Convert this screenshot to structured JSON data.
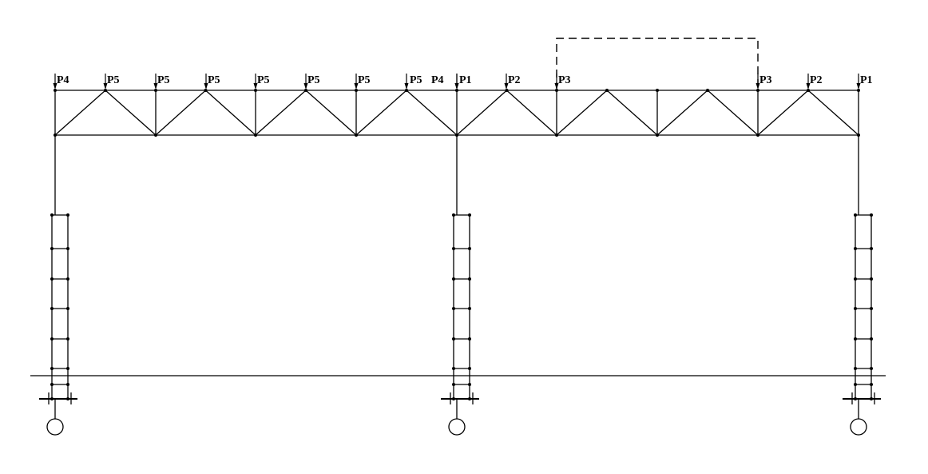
{
  "colors": {
    "stroke": "#000000",
    "background": "#ffffff"
  },
  "loads": {
    "l1": "P4",
    "l2": "P5",
    "l3": "P5",
    "l4": "P5",
    "l5": "P5",
    "l6": "P5",
    "l7": "P5",
    "l8": "P5",
    "l9": "P4",
    "l10": "P1",
    "l11": "P2",
    "l12": "P3",
    "l13": "P3",
    "l14": "P2",
    "l15": "P1"
  }
}
